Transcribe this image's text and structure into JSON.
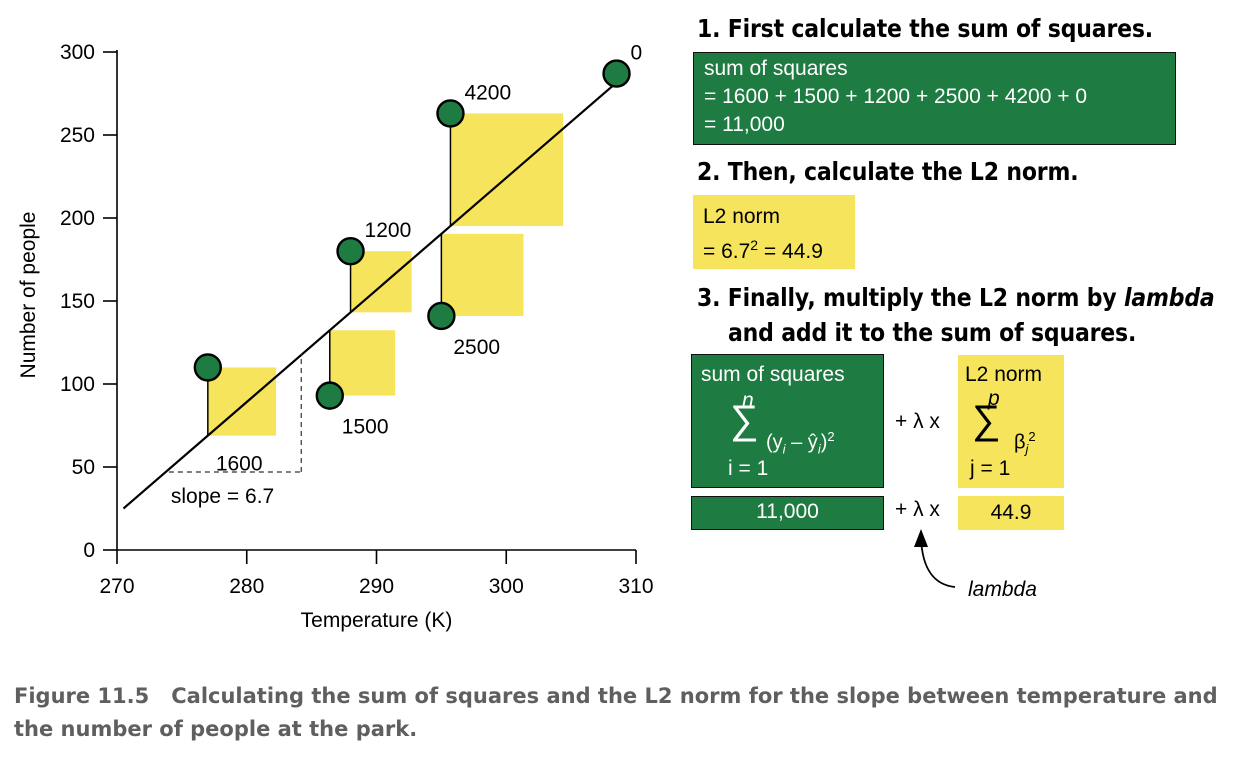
{
  "chart_data": {
    "type": "scatter",
    "xlabel": "Temperature (K)",
    "ylabel": "Number of people",
    "xlim": [
      270,
      310
    ],
    "ylim": [
      0,
      300
    ],
    "x_ticks": [
      270,
      280,
      290,
      300,
      310
    ],
    "y_ticks": [
      0,
      50,
      100,
      150,
      200,
      250,
      300
    ],
    "points": [
      {
        "x": 277,
        "y": 110,
        "squared_residual": "1600"
      },
      {
        "x": 286.4,
        "y": 93,
        "squared_residual": "1500"
      },
      {
        "x": 288,
        "y": 180,
        "squared_residual": "1200"
      },
      {
        "x": 295,
        "y": 141,
        "squared_residual": "2500"
      },
      {
        "x": 295.7,
        "y": 263,
        "squared_residual": "4200"
      },
      {
        "x": 308.5,
        "y": 287,
        "squared_residual": "0"
      }
    ],
    "fit_line": {
      "x": [
        270.5,
        309
      ],
      "y": [
        25,
        285
      ]
    },
    "slope_annotation": {
      "text": "slope = 6.7",
      "x": [
        274,
        284.2
      ],
      "y": [
        47,
        118
      ]
    }
  },
  "steps": {
    "step1": "1. First calculate the sum of squares.",
    "step2": "2. Then, calculate the L2 norm.",
    "step3_line1_a": "3. Finally, multiply the L2 norm by ",
    "step3_line1_b": "lambda",
    "step3_line2": "and add it to the sum of squares."
  },
  "sum_box": {
    "line1": "sum of squares",
    "line2": "= 1600 + 1500 + 1200 + 2500 + 4200 + 0",
    "line3": "= 11,000"
  },
  "l2_box": {
    "line1": "L2 norm",
    "line2_a": "= 6.7",
    "line2_sup": "2",
    "line2_b": " = 44.9"
  },
  "formula": {
    "ss_title": "sum of squares",
    "ss_upper": "n",
    "ss_sigma": "∑",
    "ss_term": "(y",
    "ss_sub_i": "i",
    "ss_minus": " – ŷ",
    "ss_sub_i2": "i",
    "ss_close": ")",
    "ss_pow": "2",
    "ss_lower": "i = 1",
    "op": "+ λ x",
    "l2_title": "L2 norm",
    "l2_upper": "p",
    "l2_sigma": "∑",
    "l2_beta": "β",
    "l2_sub": "j",
    "l2_pow": "2",
    "l2_lower": "j = 1",
    "ss_value": "11,000",
    "op2": "+ λ x",
    "l2_value": "44.9",
    "lambda_label": "lambda"
  },
  "caption": {
    "number": "Figure 11.5",
    "text": "Calculating the sum of squares and the L2 norm for the slope between temperature and the number of people at the park."
  },
  "colors": {
    "green": "#1e7b41",
    "yellow": "#f6e55c",
    "caption": "#5f5f5f"
  }
}
